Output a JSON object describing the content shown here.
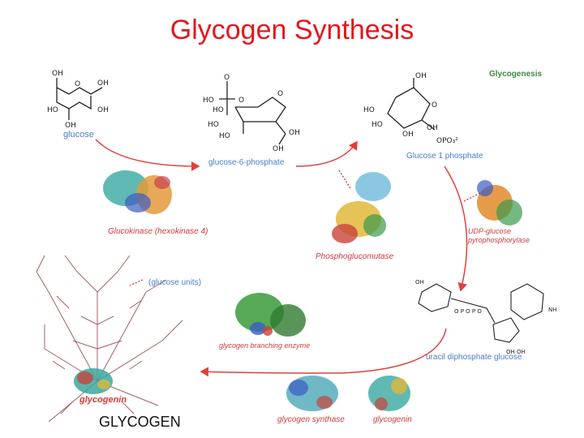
{
  "title": "Glycogen Synthesis",
  "labels": {
    "glycogenesis": "Glycogenesis",
    "glucose": "glucose",
    "g6p": "glucose-6-phosphate",
    "g1p": "Glucose 1 phosphate",
    "udp_pyro": "UDP-glucose pyrophosphorylase",
    "glucokinase": "Glucokinase (hexokinase 4)",
    "phosphoglucomutase": "Phosphoglucomutase",
    "glucose_units": "(glucose units)",
    "udp_glucose": "uracil diphosphate glucose",
    "branching": "glycogen branching enzyme",
    "glycogenin_left": "glycogenin",
    "glycogen": "GLYCOGEN",
    "synthase": "glycogen synthase",
    "glycogenin_right": "glycogenin"
  },
  "colors": {
    "title": "#e4161c",
    "arrow": "#e0403c",
    "metabolite": "#4a7cc7",
    "enzyme": "#d23a3a",
    "glycogenesis": "#3c8c3c"
  }
}
